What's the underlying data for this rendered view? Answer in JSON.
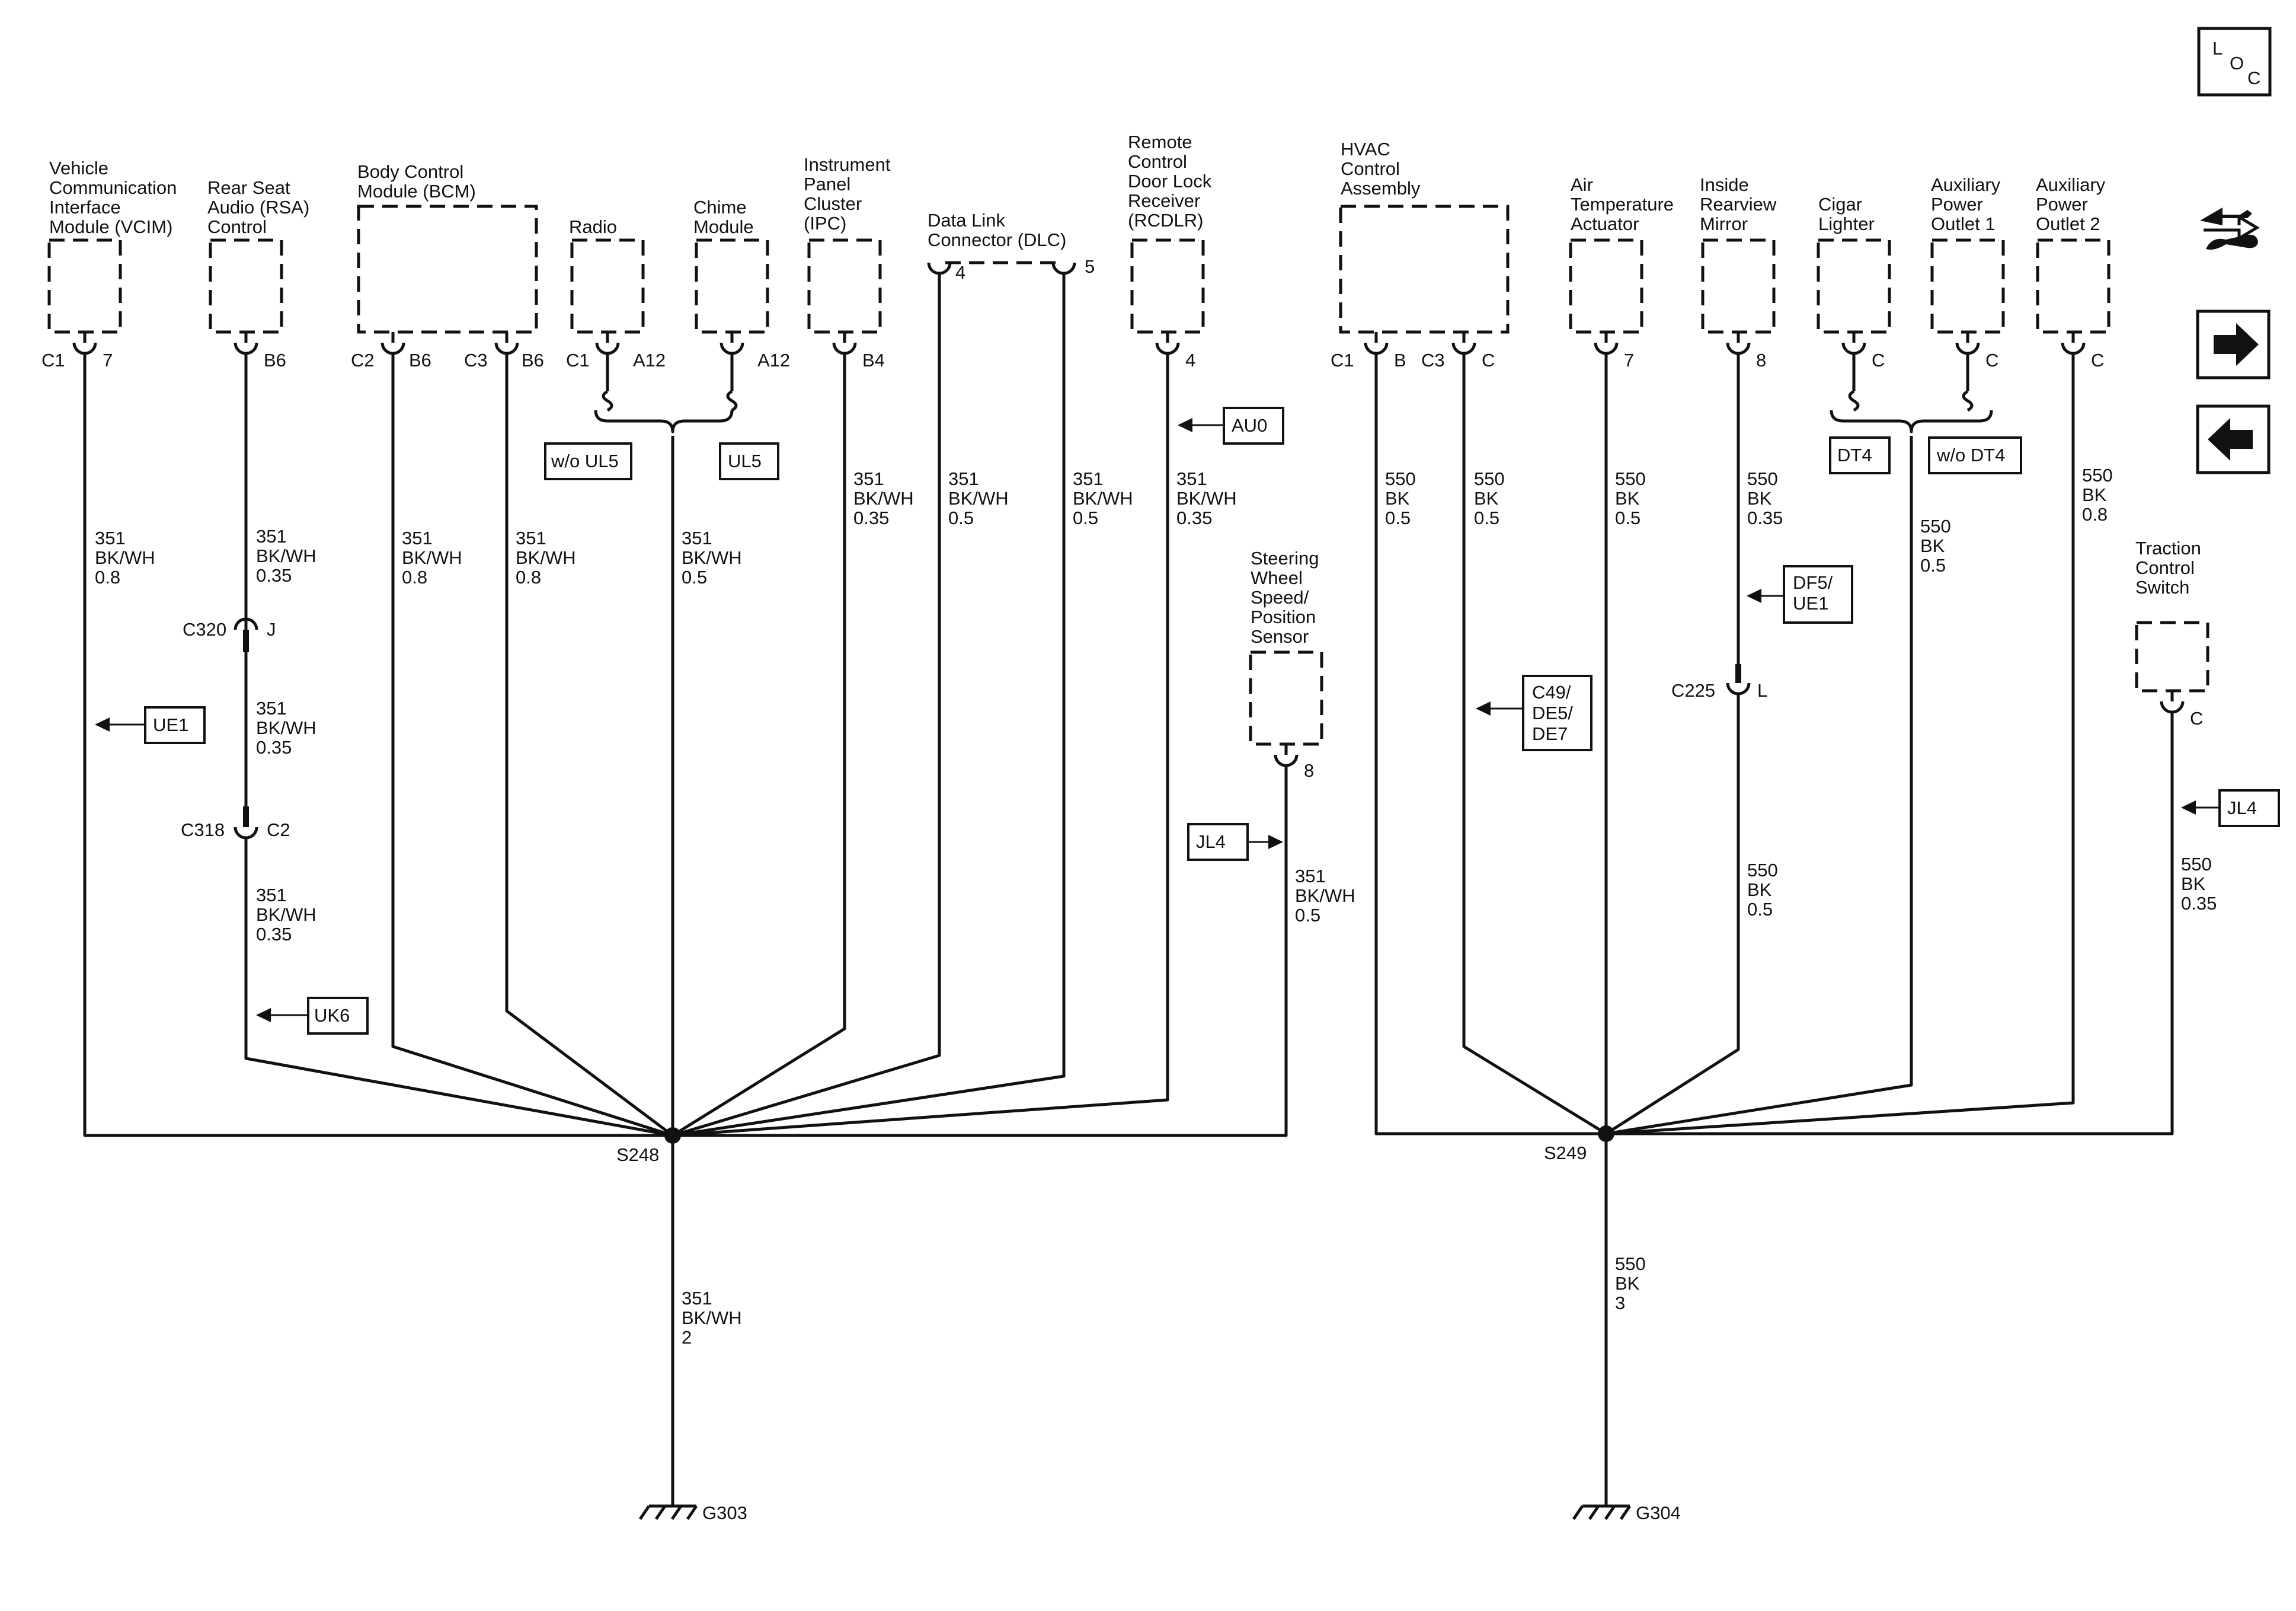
{
  "splices": {
    "s248": "S248",
    "s249": "S249"
  },
  "grounds": {
    "g303": "G303",
    "g304": "G304"
  },
  "components": {
    "vcim": [
      "Vehicle",
      "Communication",
      "Interface",
      "Module (VCIM)"
    ],
    "rsa": [
      "Rear Seat",
      "Audio (RSA)",
      "Control"
    ],
    "bcm": [
      "Body Control",
      "Module (BCM)"
    ],
    "radio": [
      "Radio"
    ],
    "chime": [
      "Chime",
      "Module"
    ],
    "ipc": [
      "Instrument",
      "Panel",
      "Cluster",
      "(IPC)"
    ],
    "dlc": [
      "Data Link",
      "Connector (DLC)"
    ],
    "rcdlr": [
      "Remote",
      "Control",
      "Door Lock",
      "Receiver",
      "(RCDLR)"
    ],
    "swsps": [
      "Steering",
      "Wheel",
      "Speed/",
      "Position",
      "Sensor"
    ],
    "hvac": [
      "HVAC",
      "Control",
      "Assembly"
    ],
    "airtemp": [
      "Air",
      "Temperature",
      "Actuator"
    ],
    "mirror": [
      "Inside",
      "Rearview",
      "Mirror"
    ],
    "cigar": [
      "Cigar",
      "Lighter"
    ],
    "apo1": [
      "Auxiliary",
      "Power",
      "Outlet 1"
    ],
    "apo2": [
      "Auxiliary",
      "Power",
      "Outlet 2"
    ],
    "tcs": [
      "Traction",
      "Control",
      "Switch"
    ]
  },
  "pins": {
    "vcim_conn": "C1",
    "vcim_pin": "7",
    "rsa_pin": "B6",
    "bcm_c2": "C2",
    "bcm_c2_pin": "B6",
    "bcm_c3": "C3",
    "bcm_c3_pin": "B6",
    "radio_conn": "C1",
    "radio_pin": "A12",
    "chime_pin": "A12",
    "ipc_pin": "B4",
    "dlc_pin4": "4",
    "dlc_pin5": "5",
    "rcdlr_pin": "4",
    "swsps_pin": "8",
    "hvac_c1": "C1",
    "hvac_c1_pin": "B",
    "hvac_c3": "C3",
    "hvac_c3_pin": "C",
    "airtemp_pin": "7",
    "mirror_pin": "8",
    "cigar_pin": "C",
    "apo1_pin": "C",
    "apo2_pin": "C",
    "tcs_pin": "C",
    "c320": "C320",
    "c320_pin": "J",
    "c318": "C318",
    "c318_pin": "C2",
    "c225": "C225",
    "c225_pin": "L"
  },
  "wires": {
    "vcim": [
      "351",
      "BK/WH",
      "0.8"
    ],
    "rsa_a": [
      "351",
      "BK/WH",
      "0.35"
    ],
    "rsa_b": [
      "351",
      "BK/WH",
      "0.35"
    ],
    "rsa_c": [
      "351",
      "BK/WH",
      "0.35"
    ],
    "bcm_c2": [
      "351",
      "BK/WH",
      "0.8"
    ],
    "bcm_c3": [
      "351",
      "BK/WH",
      "0.8"
    ],
    "radio": [
      "351",
      "BK/WH",
      "0.5"
    ],
    "ipc": [
      "351",
      "BK/WH",
      "0.35"
    ],
    "dlc4": [
      "351",
      "BK/WH",
      "0.5"
    ],
    "dlc5": [
      "351",
      "BK/WH",
      "0.5"
    ],
    "rcdlr": [
      "351",
      "BK/WH",
      "0.35"
    ],
    "swsps": [
      "351",
      "BK/WH",
      "0.5"
    ],
    "g303": [
      "351",
      "BK/WH",
      "2"
    ],
    "hvac_c1": [
      "550",
      "BK",
      "0.5"
    ],
    "hvac_c3": [
      "550",
      "BK",
      "0.5"
    ],
    "airtemp": [
      "550",
      "BK",
      "0.5"
    ],
    "mirror_a": [
      "550",
      "BK",
      "0.35"
    ],
    "mirror_b": [
      "550",
      "BK",
      "0.5"
    ],
    "cigar": [
      "550",
      "BK",
      "0.5"
    ],
    "apo2": [
      "550",
      "BK",
      "0.8"
    ],
    "tcs": [
      "550",
      "BK",
      "0.35"
    ],
    "g304": [
      "550",
      "BK",
      "3"
    ]
  },
  "options": {
    "ue1": [
      "UE1"
    ],
    "uk6": [
      "UK6"
    ],
    "wo_ul5": [
      "w/o UL5"
    ],
    "ul5": [
      "UL5"
    ],
    "au0": [
      "AU0"
    ],
    "jl4_left": [
      "JL4"
    ],
    "c49": [
      "C49/",
      "DE5/",
      "DE7"
    ],
    "df5": [
      "DF5/",
      "UE1"
    ],
    "dt4": [
      "DT4"
    ],
    "wo_dt4": [
      "w/o DT4"
    ],
    "jl4_right": [
      "JL4"
    ]
  },
  "nav": {
    "loc_l": "L",
    "loc_o": "O",
    "loc_c": "C"
  }
}
